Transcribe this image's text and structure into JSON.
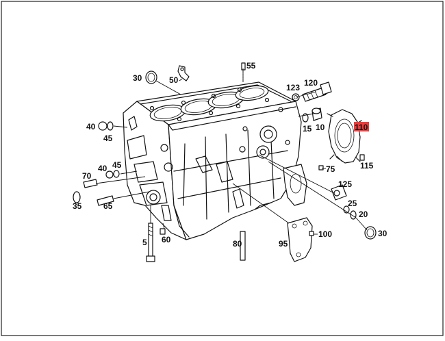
{
  "diagram": {
    "highlight_color": "#ee3b3b",
    "callouts": [
      {
        "id": "c55",
        "text": "55"
      },
      {
        "id": "c30a",
        "text": "30"
      },
      {
        "id": "c50",
        "text": "50"
      },
      {
        "id": "c123",
        "text": "123"
      },
      {
        "id": "c120",
        "text": "120"
      },
      {
        "id": "c15a",
        "text": "15"
      },
      {
        "id": "c10",
        "text": "10"
      },
      {
        "id": "c110",
        "text": "110",
        "highlighted": true
      },
      {
        "id": "c40a",
        "text": "40"
      },
      {
        "id": "c45a",
        "text": "45"
      },
      {
        "id": "c115",
        "text": "115"
      },
      {
        "id": "c75",
        "text": "75"
      },
      {
        "id": "c70",
        "text": "70"
      },
      {
        "id": "c40b",
        "text": "40"
      },
      {
        "id": "c45b",
        "text": "45"
      },
      {
        "id": "c125",
        "text": "125"
      },
      {
        "id": "c25",
        "text": "25"
      },
      {
        "id": "c35",
        "text": "35"
      },
      {
        "id": "c65",
        "text": "65"
      },
      {
        "id": "c20",
        "text": "20"
      },
      {
        "id": "c30b",
        "text": "30"
      },
      {
        "id": "c100",
        "text": "100"
      },
      {
        "id": "c5",
        "text": "5"
      },
      {
        "id": "c60",
        "text": "60"
      },
      {
        "id": "c80",
        "text": "80"
      },
      {
        "id": "c95",
        "text": "95"
      }
    ]
  }
}
